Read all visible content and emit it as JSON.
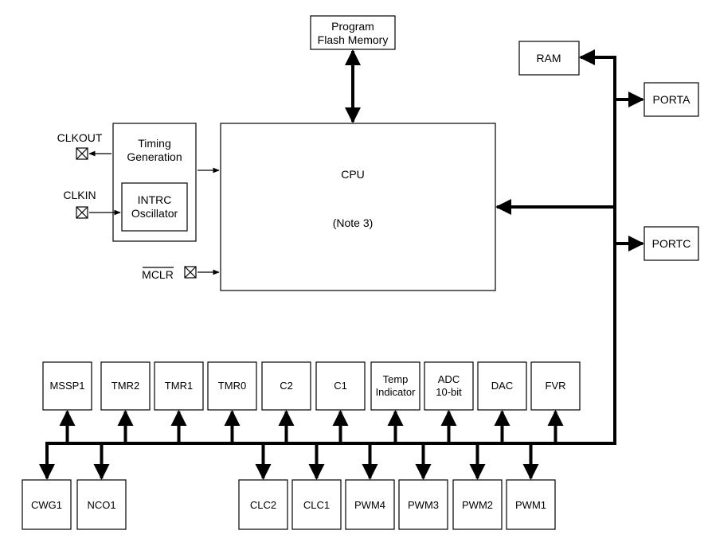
{
  "blocks": {
    "program_flash": [
      "Program",
      "Flash Memory"
    ],
    "ram": "RAM",
    "porta": "PORTA",
    "portc": "PORTC",
    "cpu": "CPU",
    "cpu_note": "(Note 3)",
    "timing": [
      "Timing",
      "Generation"
    ],
    "intrc": [
      "INTRC",
      "Oscillator"
    ]
  },
  "pins": {
    "clkout": "CLKOUT",
    "clkin": "CLKIN",
    "mclr": "MCLR"
  },
  "top_peripherals": [
    [
      "MSSP1"
    ],
    [
      "TMR2"
    ],
    [
      "TMR1"
    ],
    [
      "TMR0"
    ],
    [
      "C2"
    ],
    [
      "C1"
    ],
    [
      "Temp",
      "Indicator"
    ],
    [
      "ADC",
      "10-bit"
    ],
    [
      "DAC"
    ],
    [
      "FVR"
    ]
  ],
  "bottom_peripherals": [
    "CWG1",
    "NCO1",
    "CLC2",
    "CLC1",
    "PWM4",
    "PWM3",
    "PWM2",
    "PWM1"
  ]
}
